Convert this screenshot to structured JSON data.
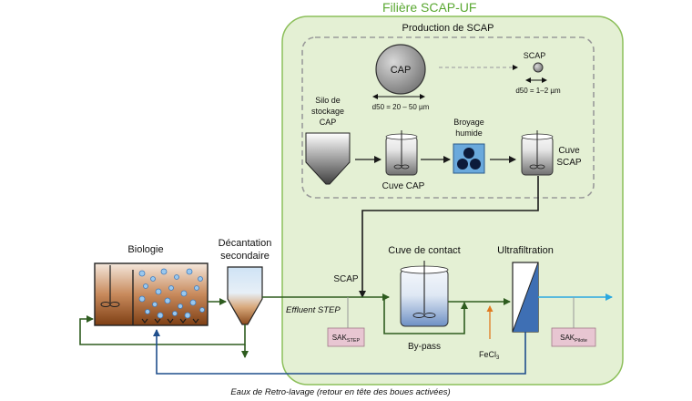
{
  "title": "Filière SCAP-UF",
  "production": {
    "title": "Production de SCAP",
    "cap": "CAP",
    "cap_size": "d50 = 20 – 50 µm",
    "scap": "SCAP",
    "scap_size": "d50 = 1–2 µm",
    "silo": [
      "Silo de",
      "stockage",
      "CAP"
    ],
    "cuve_cap": "Cuve CAP",
    "broyage": [
      "Broyage",
      "humide"
    ],
    "cuve_scap": [
      "Cuve",
      "SCAP"
    ]
  },
  "process": {
    "biologie": "Biologie",
    "decantation": [
      "Décantation",
      "secondaire"
    ],
    "scap_dose": "SCAP",
    "effluent": "Effluent STEP",
    "cuve_contact": "Cuve de contact",
    "bypass": "By-pass",
    "ultrafiltration": "Ultrafiltration",
    "fecl3": "FeCl3",
    "sak_step": "SAK STEP",
    "sak_pilote": "SAK Pilote",
    "retro": "Eaux de Retro-lavage (retour en tête des boues activées)"
  },
  "colors": {
    "panel_fill": "#e4f0d4",
    "panel_border": "#8cbf5a",
    "title_green": "#5aa832",
    "flow_green": "#2e5c1f",
    "backwash_blue": "#1f4e8c",
    "permeate_blue": "#2ba8e0",
    "fecl3_orange": "#e07a1f",
    "uf_blue": "#3e6fb4",
    "sak_fill": "#e8c6d2"
  }
}
